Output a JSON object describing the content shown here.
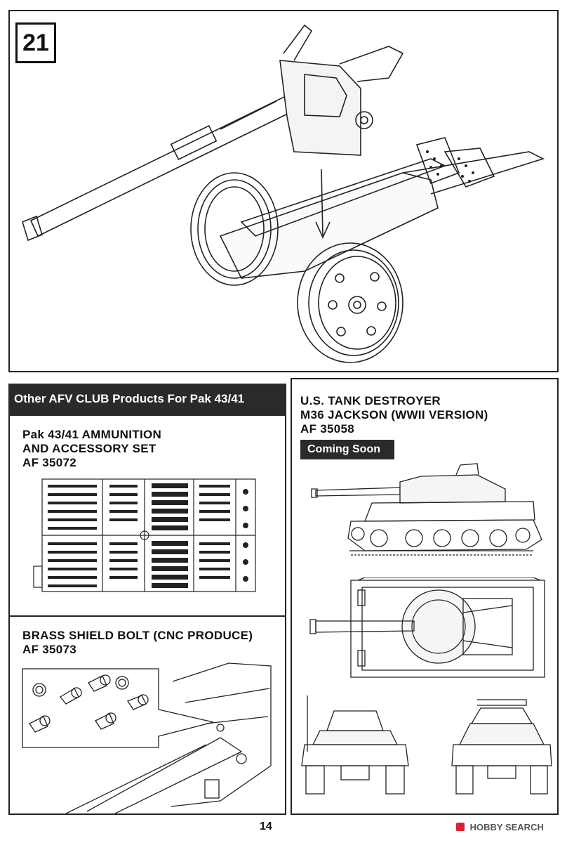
{
  "step": {
    "number": "21"
  },
  "left_panel": {
    "header": "Other  AFV CLUB Products For Pak 43/41",
    "product1": {
      "name_line1": "Pak 43/41 AMMUNITION",
      "name_line2": "AND ACCESSORY SET",
      "code": "AF 35072"
    },
    "product2": {
      "name": "BRASS SHIELD BOLT (CNC PRODUCE)",
      "code": "AF 35073"
    }
  },
  "right_panel": {
    "title_line1": "U.S. TANK DESTROYER",
    "title_line2": "M36 JACKSON (WWII VERSION)",
    "code": "AF 35058",
    "badge": "Coming Soon"
  },
  "footer": {
    "page_number": "14",
    "watermark": "HOBBY SEARCH"
  },
  "icons": {
    "watermark": "hobby-search-logo-icon"
  }
}
